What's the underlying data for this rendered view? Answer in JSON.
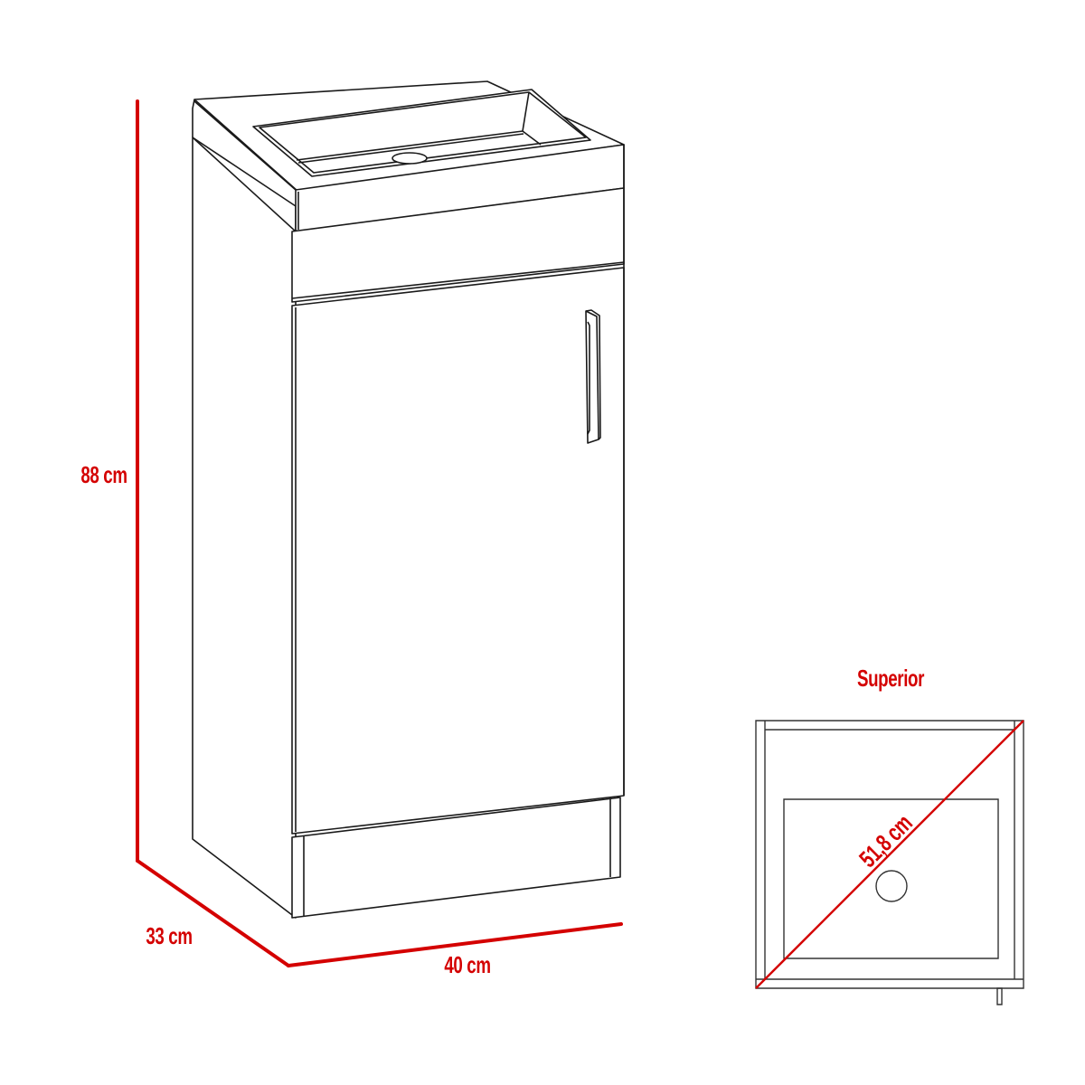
{
  "figure": {
    "subject": "Bathroom vanity cabinet with integrated sink",
    "main_view": "isometric",
    "secondary_view_title": "Superior"
  },
  "dimensions": {
    "height": {
      "label": "88 cm",
      "value": 88,
      "unit": "cm"
    },
    "depth": {
      "label": "33 cm",
      "value": 33,
      "unit": "cm"
    },
    "width": {
      "label": "40 cm",
      "value": 40,
      "unit": "cm"
    },
    "diagonal": {
      "label": "51,8 cm",
      "value": 51.8,
      "unit": "cm"
    }
  },
  "colors": {
    "dimension_line": "#d40000",
    "outline": "#1a1a1a",
    "background": "#ffffff"
  }
}
